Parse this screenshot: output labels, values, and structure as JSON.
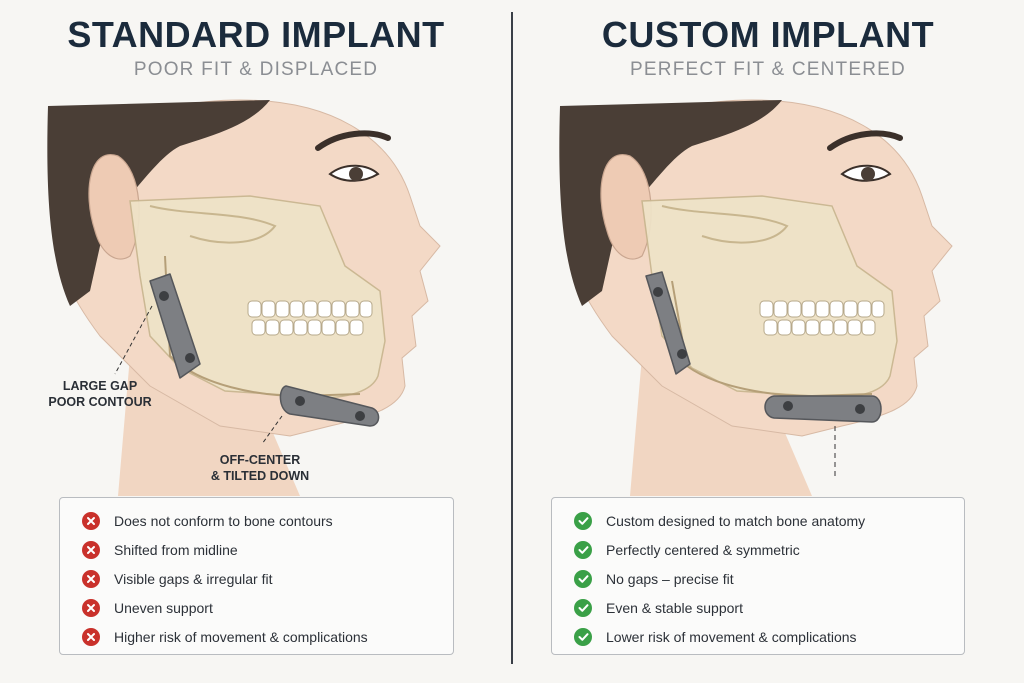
{
  "left": {
    "title": "STANDARD IMPLANT",
    "subtitle": "POOR FIT & DISPLACED",
    "annotations": {
      "gap_line1": "LARGE GAP",
      "gap_line2": "POOR CONTOUR",
      "offcenter_line1": "OFF-CENTER",
      "offcenter_line2": "& TILTED DOWN"
    },
    "icon": "x-circle-icon",
    "icon_color": "#c9312b",
    "items": [
      "Does not conform to bone contours",
      "Shifted from midline",
      "Visible gaps & irregular fit",
      "Uneven support",
      "Higher risk of movement & complications"
    ]
  },
  "right": {
    "title": "CUSTOM IMPLANT",
    "subtitle": "PERFECT FIT & CENTERED",
    "icon": "check-circle-icon",
    "icon_color": "#3aa047",
    "items": [
      "Custom designed to match bone anatomy",
      "Perfectly centered & symmetric",
      "No gaps – precise fit",
      "Even & stable support",
      "Lower risk of movement & complications"
    ]
  },
  "colors": {
    "title": "#1b2b3c",
    "skin": "#f3d9c6",
    "hair": "#4a3e36",
    "bone": "#eee3c8",
    "implant": "#7d7f83"
  }
}
